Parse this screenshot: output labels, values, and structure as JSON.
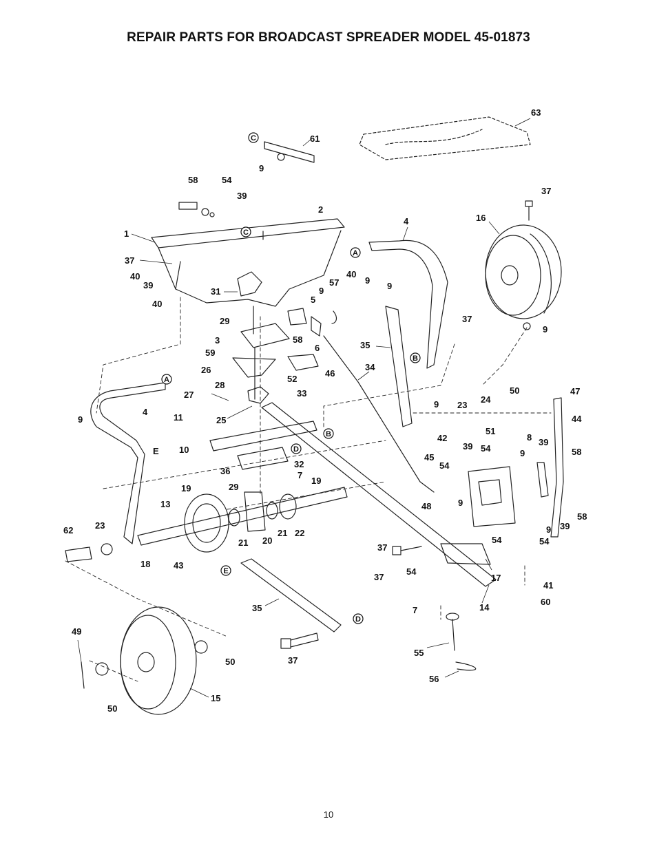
{
  "title": "REPAIR PARTS FOR BROADCAST SPREADER MODEL 45-01873",
  "page_number": "10",
  "ref_keys": [
    "A",
    "B",
    "C",
    "D",
    "E"
  ],
  "callouts": [
    "1",
    "2",
    "3",
    "4",
    "4",
    "5",
    "6",
    "7",
    "7",
    "8",
    "9",
    "9",
    "9",
    "9",
    "9",
    "9",
    "9",
    "9",
    "9",
    "9",
    "10",
    "11",
    "13",
    "14",
    "15",
    "16",
    "17",
    "18",
    "19",
    "19",
    "20",
    "21",
    "21",
    "22",
    "23",
    "23",
    "24",
    "25",
    "26",
    "27",
    "28",
    "29",
    "29",
    "31",
    "32",
    "33",
    "34",
    "35",
    "35",
    "36",
    "37",
    "37",
    "37",
    "37",
    "37",
    "37",
    "39",
    "39",
    "39",
    "39",
    "39",
    "40",
    "40",
    "40",
    "41",
    "42",
    "43",
    "44",
    "45",
    "46",
    "47",
    "48",
    "49",
    "50",
    "50",
    "50",
    "51",
    "52",
    "54",
    "54",
    "54",
    "54",
    "54",
    "54",
    "55",
    "56",
    "57",
    "58",
    "58",
    "58",
    "58",
    "59",
    "60",
    "61",
    "62",
    "63"
  ]
}
